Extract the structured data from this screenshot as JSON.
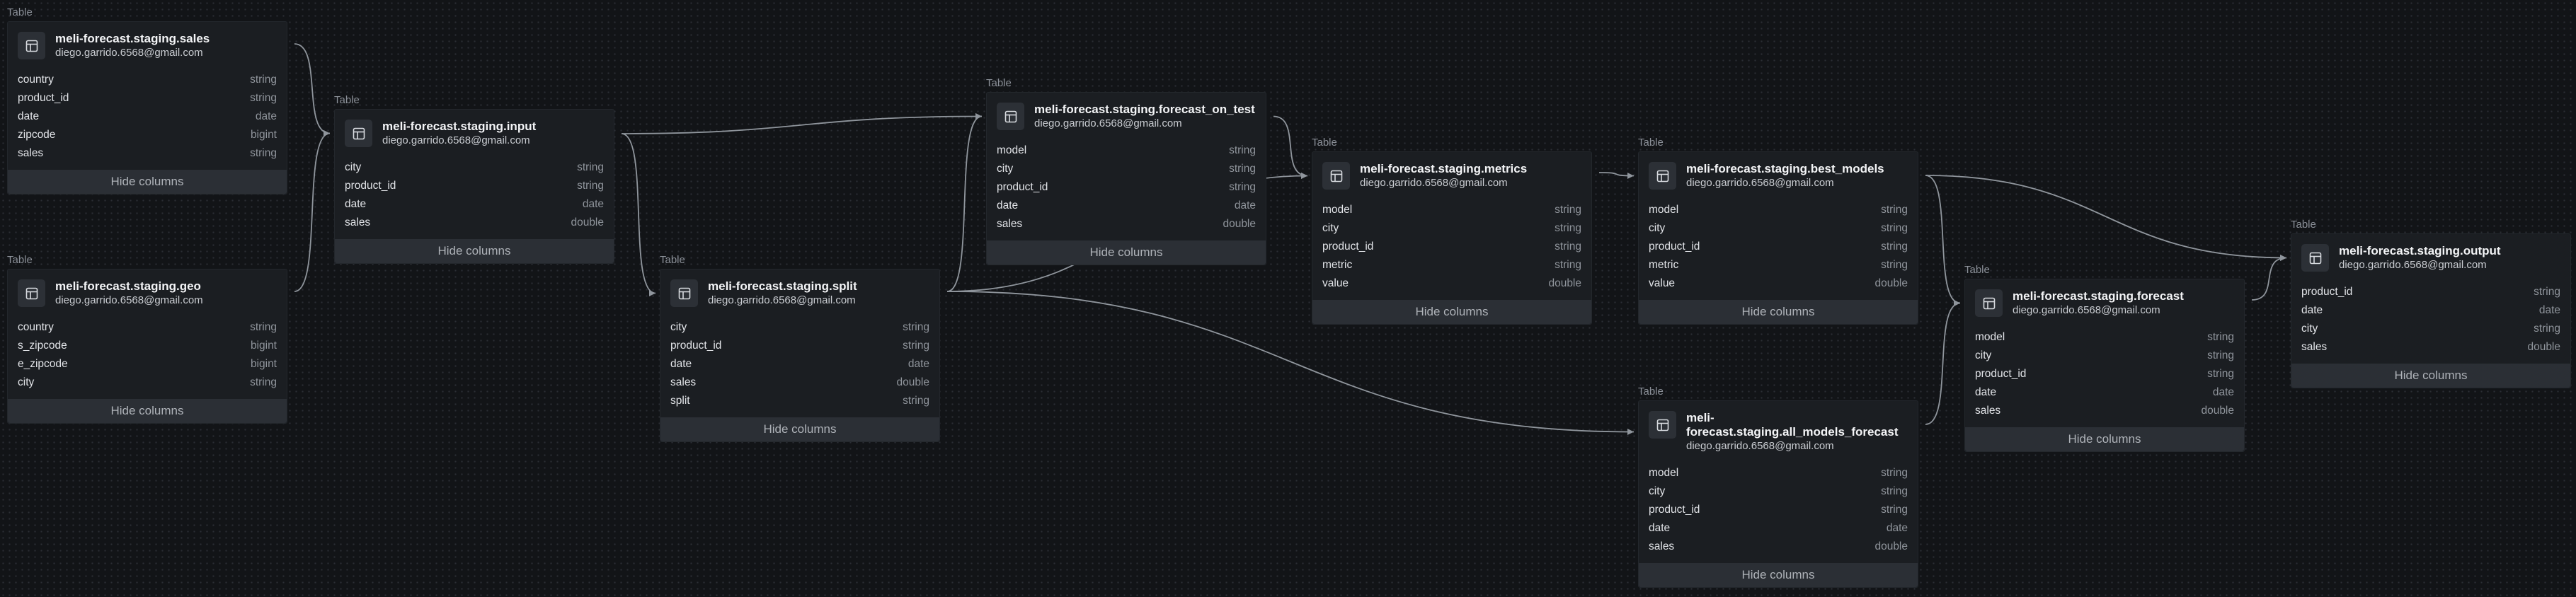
{
  "node_type_label": "Table",
  "hide_columns_label": "Hide columns",
  "icon": "table-icon",
  "colors": {
    "background": "#121417",
    "card": "#1b1e22",
    "button": "#2b2f35",
    "edge": "#8f959c"
  },
  "nodes": [
    {
      "id": "sales",
      "title": "meli-forecast.staging.sales",
      "owner": "diego.garrido.6568@gmail.com",
      "columns": [
        {
          "name": "country",
          "type": "string"
        },
        {
          "name": "product_id",
          "type": "string"
        },
        {
          "name": "date",
          "type": "date"
        },
        {
          "name": "zipcode",
          "type": "bigint"
        },
        {
          "name": "sales",
          "type": "string"
        }
      ]
    },
    {
      "id": "geo",
      "title": "meli-forecast.staging.geo",
      "owner": "diego.garrido.6568@gmail.com",
      "columns": [
        {
          "name": "country",
          "type": "string"
        },
        {
          "name": "s_zipcode",
          "type": "bigint"
        },
        {
          "name": "e_zipcode",
          "type": "bigint"
        },
        {
          "name": "city",
          "type": "string"
        }
      ]
    },
    {
      "id": "input",
      "title": "meli-forecast.staging.input",
      "owner": "diego.garrido.6568@gmail.com",
      "columns": [
        {
          "name": "city",
          "type": "string"
        },
        {
          "name": "product_id",
          "type": "string"
        },
        {
          "name": "date",
          "type": "date"
        },
        {
          "name": "sales",
          "type": "double"
        }
      ]
    },
    {
      "id": "split",
      "title": "meli-forecast.staging.split",
      "owner": "diego.garrido.6568@gmail.com",
      "columns": [
        {
          "name": "city",
          "type": "string"
        },
        {
          "name": "product_id",
          "type": "string"
        },
        {
          "name": "date",
          "type": "date"
        },
        {
          "name": "sales",
          "type": "double"
        },
        {
          "name": "split",
          "type": "string"
        }
      ]
    },
    {
      "id": "forecast_on_test",
      "title": "meli-forecast.staging.forecast_on_test",
      "owner": "diego.garrido.6568@gmail.com",
      "columns": [
        {
          "name": "model",
          "type": "string"
        },
        {
          "name": "city",
          "type": "string"
        },
        {
          "name": "product_id",
          "type": "string"
        },
        {
          "name": "date",
          "type": "date"
        },
        {
          "name": "sales",
          "type": "double"
        }
      ]
    },
    {
      "id": "metrics",
      "title": "meli-forecast.staging.metrics",
      "owner": "diego.garrido.6568@gmail.com",
      "columns": [
        {
          "name": "model",
          "type": "string"
        },
        {
          "name": "city",
          "type": "string"
        },
        {
          "name": "product_id",
          "type": "string"
        },
        {
          "name": "metric",
          "type": "string"
        },
        {
          "name": "value",
          "type": "double"
        }
      ]
    },
    {
      "id": "best_models",
      "title": "meli-forecast.staging.best_models",
      "owner": "diego.garrido.6568@gmail.com",
      "columns": [
        {
          "name": "model",
          "type": "string"
        },
        {
          "name": "city",
          "type": "string"
        },
        {
          "name": "product_id",
          "type": "string"
        },
        {
          "name": "metric",
          "type": "string"
        },
        {
          "name": "value",
          "type": "double"
        }
      ]
    },
    {
      "id": "all_models_forecast",
      "title": "meli-forecast.staging.all_models_forecast",
      "owner": "diego.garrido.6568@gmail.com",
      "columns": [
        {
          "name": "model",
          "type": "string"
        },
        {
          "name": "city",
          "type": "string"
        },
        {
          "name": "product_id",
          "type": "string"
        },
        {
          "name": "date",
          "type": "date"
        },
        {
          "name": "sales",
          "type": "double"
        }
      ]
    },
    {
      "id": "forecast",
      "title": "meli-forecast.staging.forecast",
      "owner": "diego.garrido.6568@gmail.com",
      "columns": [
        {
          "name": "model",
          "type": "string"
        },
        {
          "name": "city",
          "type": "string"
        },
        {
          "name": "product_id",
          "type": "string"
        },
        {
          "name": "date",
          "type": "date"
        },
        {
          "name": "sales",
          "type": "double"
        }
      ]
    },
    {
      "id": "output",
      "title": "meli-forecast.staging.output",
      "owner": "diego.garrido.6568@gmail.com",
      "columns": [
        {
          "name": "product_id",
          "type": "string"
        },
        {
          "name": "date",
          "type": "date"
        },
        {
          "name": "city",
          "type": "string"
        },
        {
          "name": "sales",
          "type": "double"
        }
      ]
    }
  ],
  "edges": [
    {
      "from": "sales",
      "to": "input"
    },
    {
      "from": "geo",
      "to": "input"
    },
    {
      "from": "input",
      "to": "split"
    },
    {
      "from": "input",
      "to": "forecast_on_test"
    },
    {
      "from": "split",
      "to": "forecast_on_test"
    },
    {
      "from": "split",
      "to": "metrics"
    },
    {
      "from": "split",
      "to": "all_models_forecast"
    },
    {
      "from": "forecast_on_test",
      "to": "metrics"
    },
    {
      "from": "metrics",
      "to": "best_models"
    },
    {
      "from": "best_models",
      "to": "forecast"
    },
    {
      "from": "best_models",
      "to": "output"
    },
    {
      "from": "all_models_forecast",
      "to": "forecast"
    },
    {
      "from": "forecast",
      "to": "output"
    }
  ]
}
